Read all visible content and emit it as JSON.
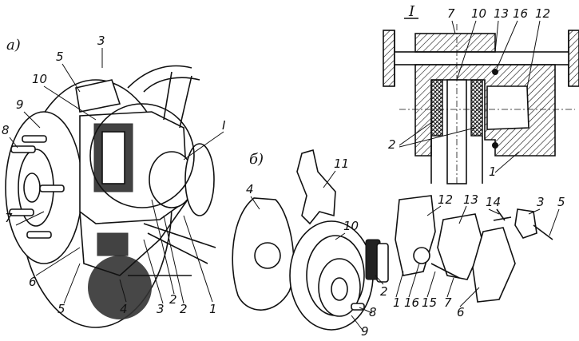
{
  "panels": {
    "a": "а)",
    "b": "б)",
    "detail": "I"
  },
  "labels_a": [
    "3",
    "5",
    "10",
    "9",
    "8",
    "I",
    "7",
    "6",
    "5",
    "4",
    "3",
    "2",
    "2",
    "1"
  ],
  "labels_b": [
    "11",
    "4",
    "10",
    "12",
    "13",
    "14",
    "3",
    "5",
    "2",
    "8",
    "9",
    "1",
    "16",
    "15",
    "7",
    "6"
  ],
  "labels_detail": [
    "7",
    "10",
    "13",
    "16",
    "12",
    "2",
    "1"
  ],
  "colors": {
    "ink": "#111111",
    "paper": "#ffffff"
  }
}
